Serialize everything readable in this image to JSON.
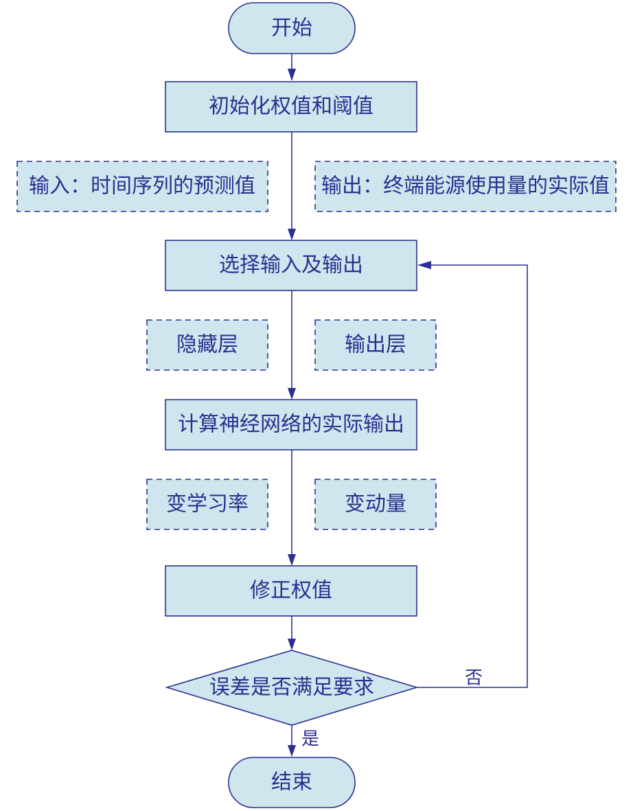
{
  "flowchart": {
    "start": "开始",
    "init": "初始化权值和阈值",
    "input_note": "输入：时间序列的预测值",
    "output_note": "输出：终端能源使用量的实际值",
    "select_io": "选择输入及输出",
    "hidden_layer": "隐藏层",
    "output_layer": "输出层",
    "compute": "计算神经网络的实际输出",
    "vary_lr": "变学习率",
    "vary_momentum": "变动量",
    "adjust": "修正权值",
    "decision": "误差是否满足要求",
    "no_label": "否",
    "yes_label": "是",
    "end": "结束"
  },
  "colors": {
    "fill": "#cfe6ee",
    "stroke": "#2b2f8f",
    "text": "#2b2f8f"
  }
}
